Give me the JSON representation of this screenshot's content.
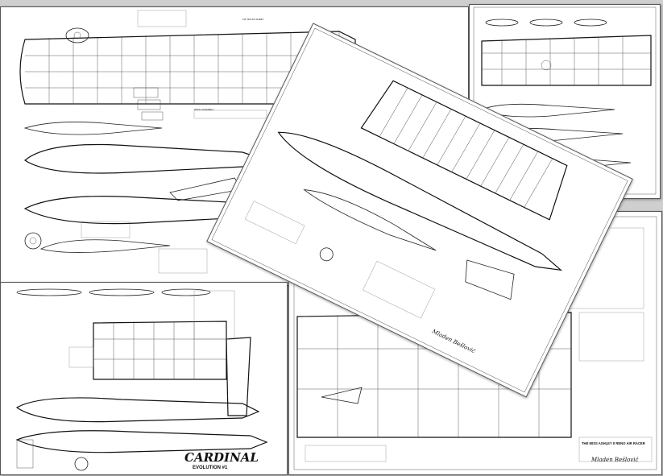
{
  "sheets": {
    "top_left": {
      "name": "plan-sheet-top-left"
    },
    "top_right": {
      "name": "plan-sheet-top-right"
    },
    "center": {
      "name": "plan-sheet-center"
    },
    "bottom_left": {
      "name": "plan-sheet-bottom-left"
    },
    "bottom_right": {
      "name": "plan-sheet-bottom-right"
    }
  },
  "bottom_left": {
    "brand": "CARDINAL",
    "subtitle": "EVOLUTION #1"
  },
  "bottom_right": {
    "title": "THE MISS ASHLEY II RENO AIR RACER",
    "signature": "Mladen Bešlović"
  },
  "center": {
    "signature": "Mladen Bešlović"
  },
  "colors": {
    "paper": "#ffffff",
    "ink": "#222222",
    "background": "#cfcfcf"
  }
}
